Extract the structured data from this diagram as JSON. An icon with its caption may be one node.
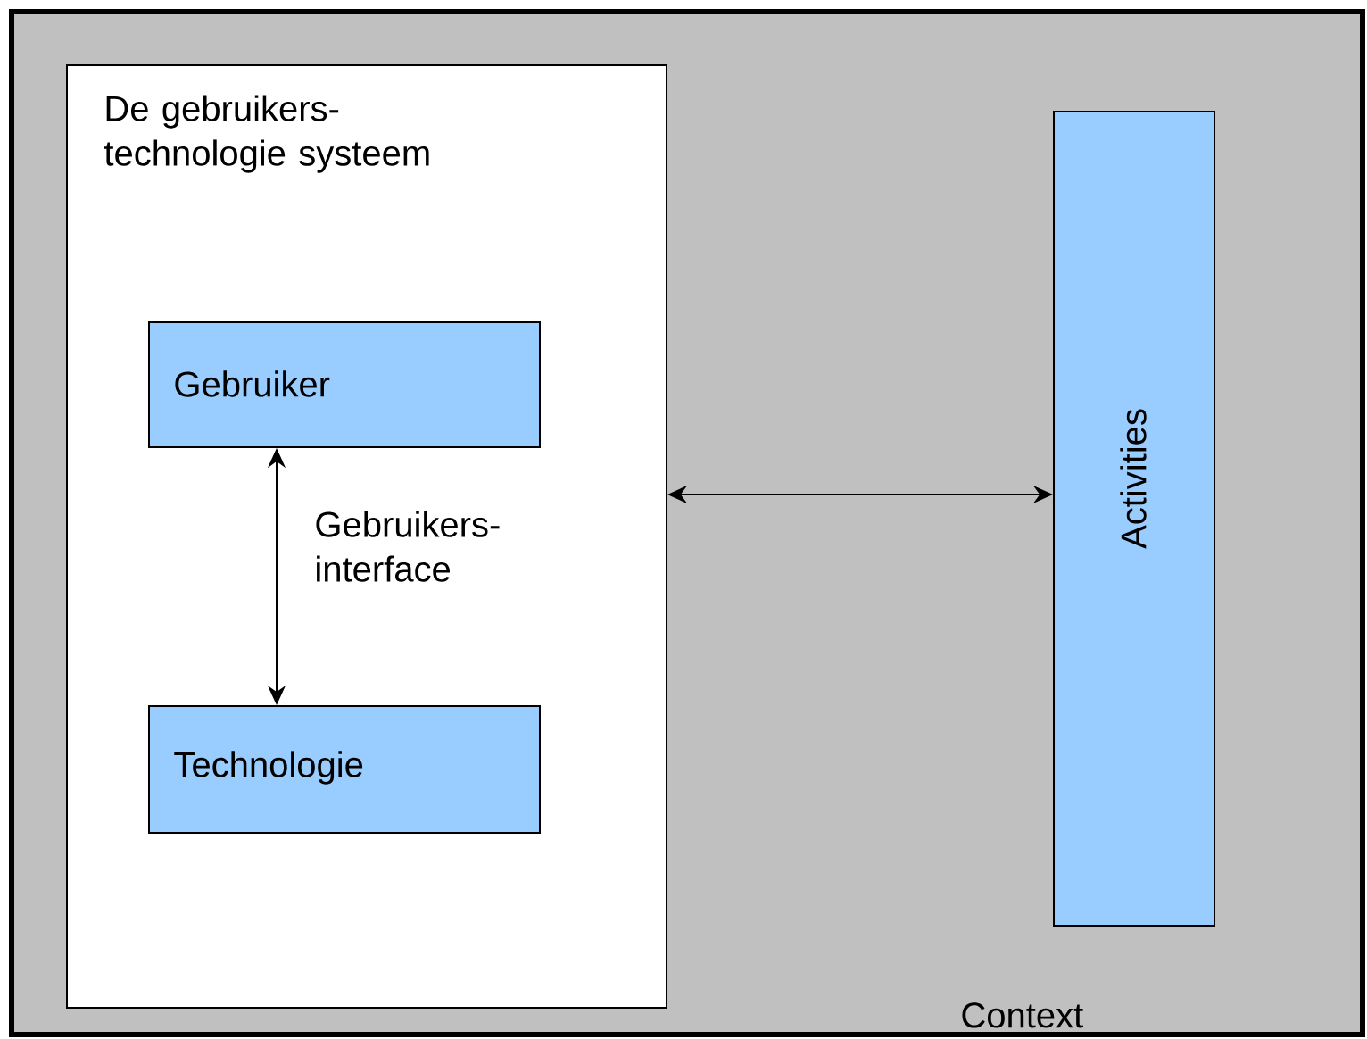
{
  "diagram": {
    "nodes": [
      {
        "text": [
          "Context"
        ]
      },
      {
        "text": [
          "De gebruikers- technologie systeem"
        ],
        "in": 0
      },
      {
        "text": [
          "Gebruiker"
        ],
        "in": 1
      },
      {
        "text": [
          "Technologie"
        ],
        "in": 1
      },
      {
        "text": [
          "Activities"
        ],
        "in": 0
      }
    ],
    "edges": [
      {
        "from": 2,
        "to": 3,
        "arrow": "both",
        "label": "Gebruikers- interface"
      },
      {
        "from": 1,
        "to": 4,
        "arrow": "both"
      }
    ]
  }
}
